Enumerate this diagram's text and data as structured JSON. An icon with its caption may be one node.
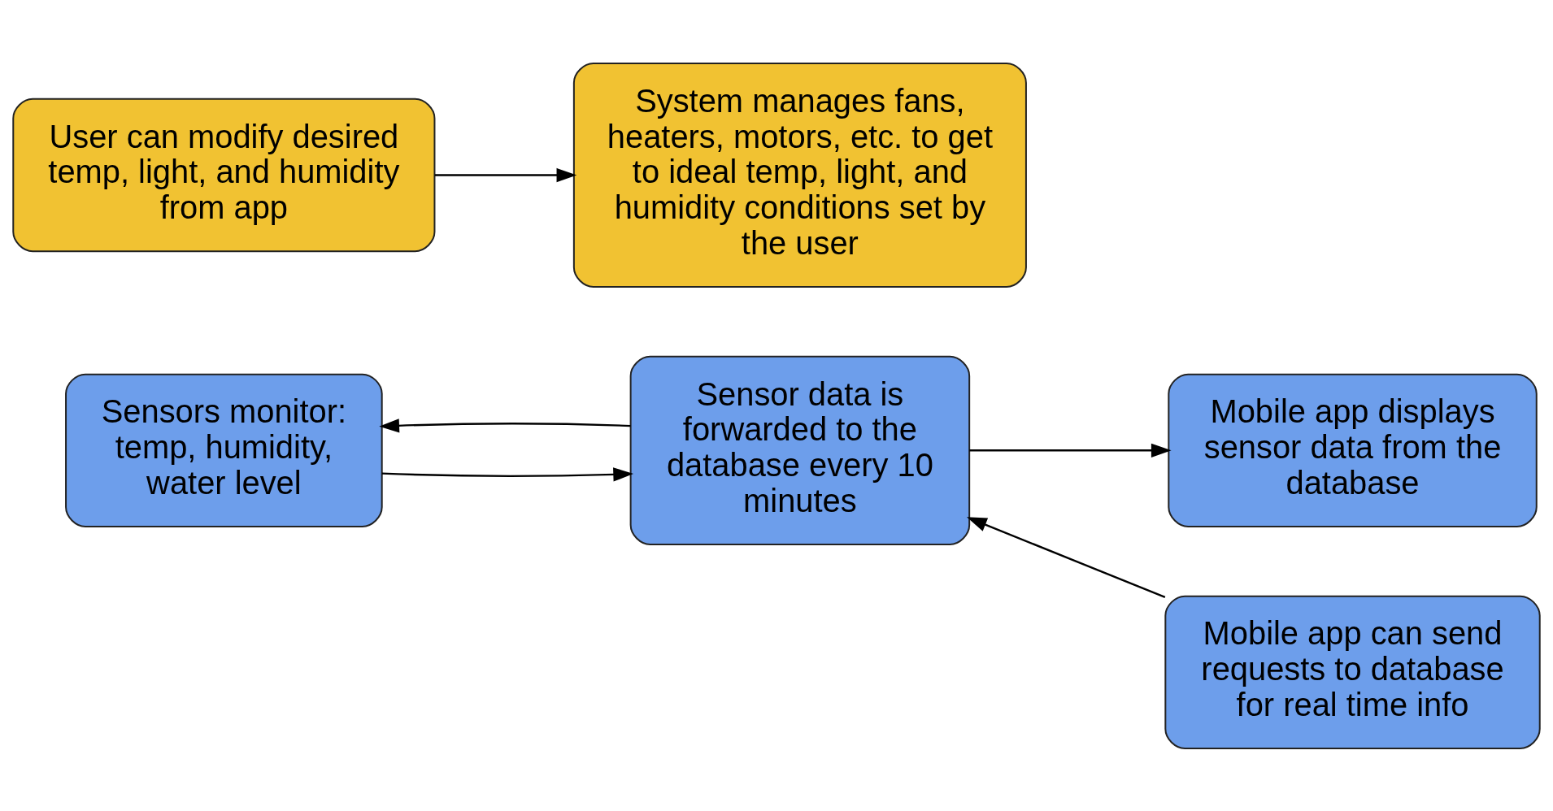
{
  "diagram": {
    "nodes": [
      {
        "text": [
          "Sensors monitor: temp, humidity, water level"
        ]
      },
      {
        "text": [
          "Sensor data is forwarded to the database every 10 minutes"
        ]
      },
      {
        "text": [
          "Mobile app displays sensor data from the database"
        ]
      },
      {
        "text": [
          "Mobile app can send requests to database for real time info"
        ]
      },
      {
        "text": [
          "User can modify desired temp, light, and humidity from app"
        ]
      },
      {
        "text": [
          "System manages fans, heaters, motors, etc. to get to ideal temp, light, and humidity conditions set by the user"
        ]
      }
    ],
    "edges": [
      {
        "from": 1,
        "to": 0,
        "arrow": "to"
      },
      {
        "from": 0,
        "to": 1,
        "arrow": "to"
      },
      {
        "from": 1,
        "to": 2,
        "arrow": "to"
      },
      {
        "from": 3,
        "to": 1,
        "arrow": "to"
      },
      {
        "from": 4,
        "to": 5,
        "arrow": "to"
      }
    ]
  }
}
